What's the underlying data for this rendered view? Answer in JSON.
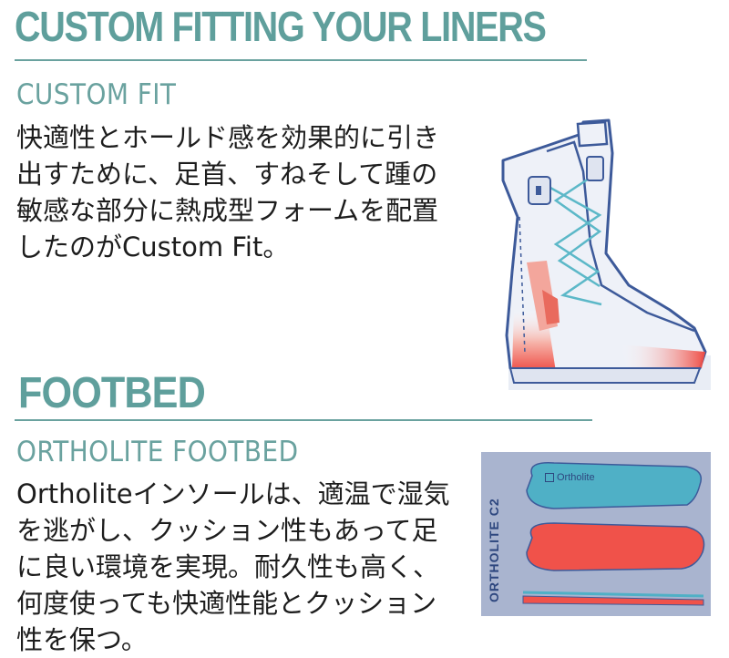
{
  "page_title": "CUSTOM FITTING YOUR LINERS",
  "custom_fit": {
    "heading": "CUSTOM FIT",
    "lines": [
      "快適性とホールド感を効果的に引き",
      "出すために、足首、すねそして踵の",
      "敏感な部分に熱成型フォームを配置",
      "したのがCustom Fit。"
    ]
  },
  "footbed": {
    "section_title": "FOOTBED",
    "heading": "ORTHOLITE FOOTBED",
    "lines": [
      "Ortholiteインソールは、適温で湿気",
      "を逃がし、クッション性もあって足",
      "に良い環境を実現。耐久性も高く、",
      "何度使っても快適性能とクッション",
      "性を保つ。"
    ],
    "panel_label": "ORTHOLITE C2",
    "insole_logo": "Ortholite"
  },
  "colors": {
    "teal": "#5f9f9c",
    "outline_blue": "#3d5a9a",
    "heat_red": "#f0524a",
    "insole_blue": "#4fb0c6",
    "panel_bg": "#a9b4cf"
  }
}
